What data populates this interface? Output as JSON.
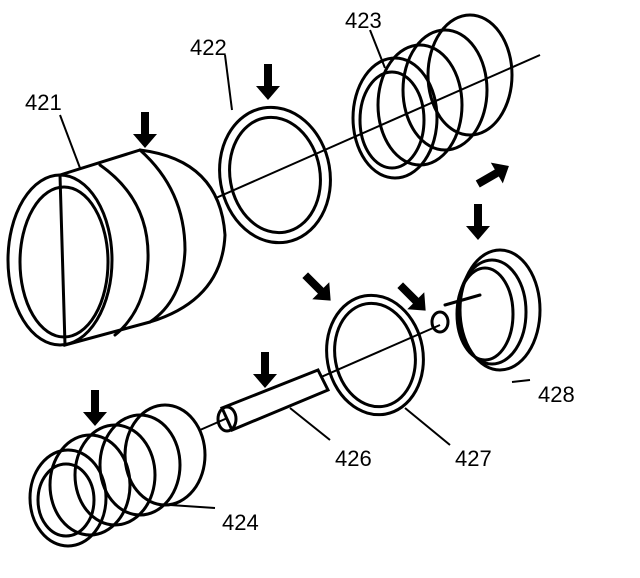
{
  "parts": [
    {
      "id": "piston",
      "label": "421"
    },
    {
      "id": "seal_ring",
      "label": "422"
    },
    {
      "id": "spring_upper",
      "label": "423"
    },
    {
      "id": "spring_lower",
      "label": "424"
    },
    {
      "id": "pin",
      "label": "426"
    },
    {
      "id": "seal_ring_small",
      "label": "427"
    },
    {
      "id": "retainer",
      "label": "428"
    }
  ]
}
